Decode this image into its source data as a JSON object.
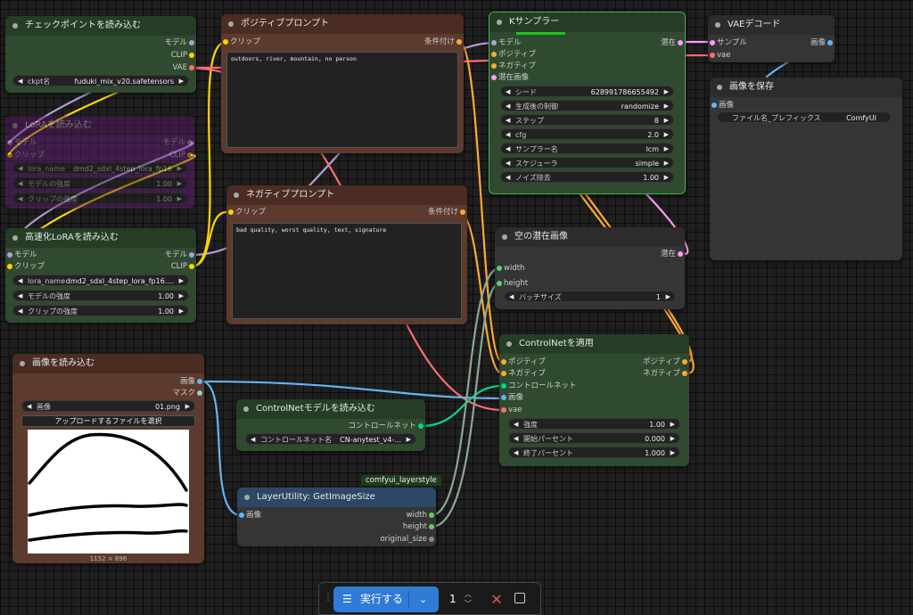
{
  "colors": {
    "model": "#b39ddb",
    "clip": "#ffd500",
    "vae": "#ff6e6e",
    "conditioning": "#ffa931",
    "latent": "#ff9cf9",
    "image": "#64b5f6",
    "int": "#5ed35e",
    "controlnet": "#00d78d",
    "node_green": "#2f4a2f",
    "node_brown": "#5c3a2e",
    "node_purple": "#5a1d6a",
    "node_gray": "#353535",
    "node_blue": "#2d4866"
  },
  "checkpoint": {
    "title": "チェックポイントを読み込む",
    "out_model": "モデル",
    "out_clip": "CLIP",
    "out_vae": "VAE",
    "ckpt_label": "ckpt名",
    "ckpt_value": "fuduki_mix_v20.safetensors"
  },
  "lora1": {
    "title": "LoRAを読み込む",
    "in_model": "モデル",
    "in_clip": "クリップ",
    "out_model": "モデル",
    "out_clip": "CLIP",
    "lora_label": "lora_name",
    "lora_value": "dmd2_sdxl_4step_lora_fp16",
    "model_strength_label": "モデルの強度",
    "model_strength": "1.00",
    "clip_strength_label": "クリップの強度",
    "clip_strength": "1.00"
  },
  "lora2": {
    "title": "高速化LoRAを読み込む",
    "in_model": "モデル",
    "in_clip": "クリップ",
    "out_model": "モデル",
    "out_clip": "CLIP",
    "lora_label": "lora_name",
    "lora_value": "dmd2_sdxl_4step_lora_fp16....",
    "model_strength_label": "モデルの強度",
    "model_strength": "1.00",
    "clip_strength_label": "クリップの強度",
    "clip_strength": "1.00"
  },
  "pos_prompt": {
    "title": "ポジティブプロンプト",
    "in_clip": "クリップ",
    "out_cond": "条件付け",
    "text": "outdoors, river, mountain, no person"
  },
  "neg_prompt": {
    "title": "ネガティブプロンプト",
    "in_clip": "クリップ",
    "out_cond": "条件付け",
    "text": "bad quality, worst quality, text, signature"
  },
  "ksampler": {
    "title": "Kサンプラー",
    "in_model": "モデル",
    "in_pos": "ポジティブ",
    "in_neg": "ネガティブ",
    "in_latent": "潜在画像",
    "out_latent": "潜在",
    "widgets": [
      {
        "label": "シード",
        "value": "628991786655492"
      },
      {
        "label": "生成後の制御",
        "value": "randomize"
      },
      {
        "label": "ステップ",
        "value": "8"
      },
      {
        "label": "cfg",
        "value": "2.0"
      },
      {
        "label": "サンプラー名",
        "value": "lcm"
      },
      {
        "label": "スケジューラ",
        "value": "simple"
      },
      {
        "label": "ノイズ除去",
        "value": "1.00"
      }
    ]
  },
  "vae_decode": {
    "title": "VAEデコード",
    "in_samples": "サンプル",
    "in_vae": "vae",
    "out_image": "画像"
  },
  "save_image": {
    "title": "画像を保存",
    "in_image": "画像",
    "prefix_label": "ファイル名_プレフィックス",
    "prefix_value": "ComfyUI"
  },
  "empty_latent": {
    "title": "空の潜在画像",
    "in_width": "width",
    "in_height": "height",
    "out_latent": "潜在",
    "batch_label": "バッチサイズ",
    "batch_value": "1"
  },
  "controlnet_apply": {
    "title": "ControlNetを適用",
    "in_pos": "ポジティブ",
    "in_neg": "ネガティブ",
    "in_cn": "コントロールネット",
    "in_image": "画像",
    "in_vae": "vae",
    "out_pos": "ポジティブ",
    "out_neg": "ネガティブ",
    "strength_label": "強度",
    "strength": "1.00",
    "start_label": "開始パーセント",
    "start": "0.000",
    "end_label": "終了パーセント",
    "end": "1.000"
  },
  "load_image": {
    "title": "画像を読み込む",
    "out_image": "画像",
    "out_mask": "マスク",
    "image_label": "画像",
    "image_value": "01.png",
    "upload_label": "アップロードするファイルを選択",
    "size_text": "1152 × 896"
  },
  "cn_loader": {
    "title": "ControlNetモデルを読み込む",
    "out_cn": "コントロールネット",
    "cn_label": "コントロールネット名",
    "cn_value": "CN-anytest_v4-..."
  },
  "get_size": {
    "badge": "comfyui_layerstyle",
    "title": "LayerUtility: GetImageSize",
    "in_image": "画像",
    "out_width": "width",
    "out_height": "height",
    "out_orig": "original_size"
  },
  "toolbar": {
    "run_label": "実行する",
    "count": "1"
  }
}
